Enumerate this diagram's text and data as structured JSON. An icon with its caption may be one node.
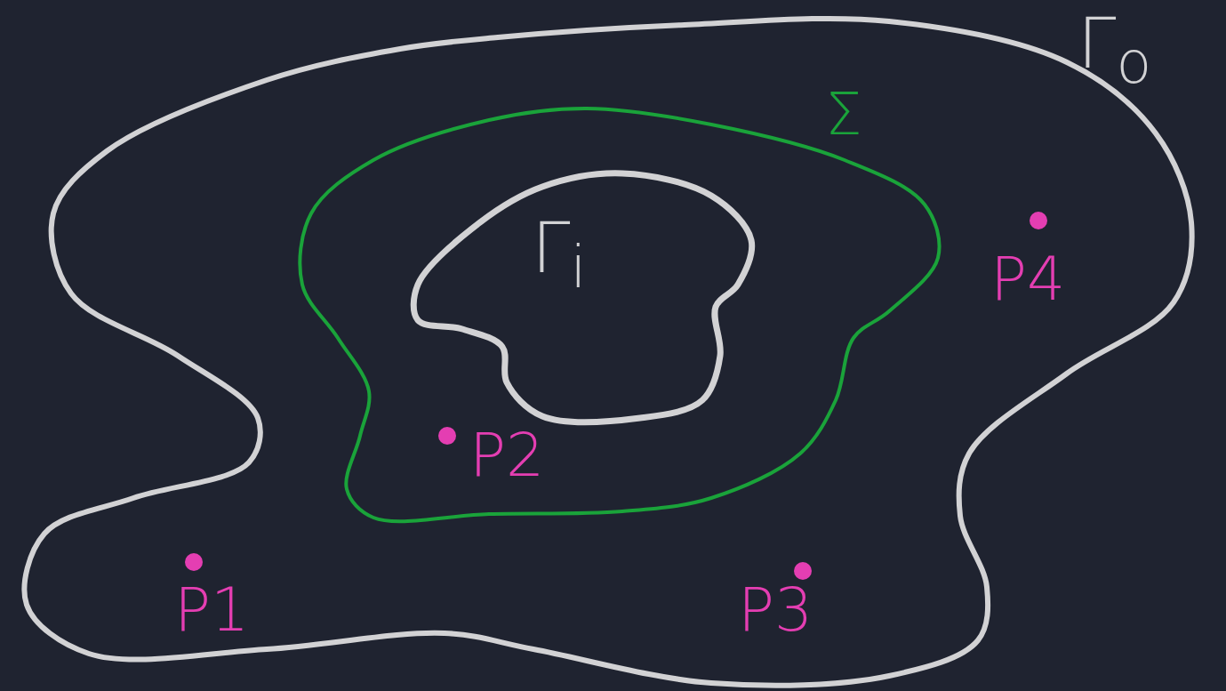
{
  "diagram": {
    "nodes": [
      {
        "text": [
          "Γ$_{o}$"
        ]
      },
      {
        "text": [
          "Σ"
        ],
        "in": 0
      },
      {
        "text": [
          "Γ$_{i}$"
        ],
        "in": 1
      },
      {
        "text": [],
        "shape": "circle",
        "beside": [
          "P1"
        ],
        "in": 0
      },
      {
        "text": [],
        "shape": "circle",
        "beside": [
          "P2"
        ],
        "in": 1
      },
      {
        "text": [],
        "shape": "circle",
        "beside": [
          "P3"
        ],
        "in": 0
      },
      {
        "text": [],
        "shape": "circle",
        "beside": [
          "P4"
        ],
        "in": 0
      }
    ]
  }
}
